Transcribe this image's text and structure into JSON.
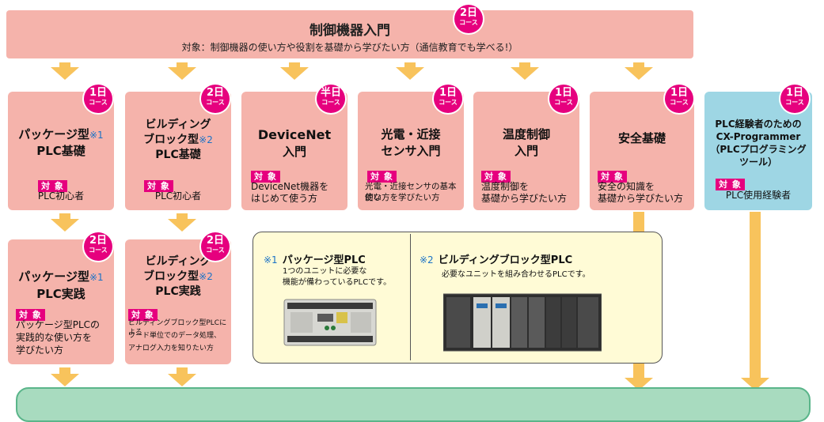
{
  "banner": {
    "title": "制御機器入門",
    "subtitle": "対象：制御機器の使い方や役割を基礎から学びたい方（通信教育でも学べる!）",
    "badge_day": "2日",
    "badge_course": "コース"
  },
  "target_label": "対 象",
  "row1": [
    {
      "title1": "パッケージ型",
      "note": "※1",
      "title2": "PLC基礎",
      "desc1": "PLC初心者",
      "desc2": "",
      "badge_day": "1日",
      "badge_course": "コース"
    },
    {
      "title1": "ビルディング",
      "title2": "ブロック型",
      "note": "※2",
      "title3": "PLC基礎",
      "desc1": "PLC初心者",
      "desc2": "",
      "badge_day": "2日",
      "badge_course": "コース"
    },
    {
      "title1": "DeviceNet",
      "title2": "入門",
      "desc1": "DeviceNet機器を",
      "desc2": "はじめて使う方",
      "badge_day": "半日",
      "badge_course": "コース"
    },
    {
      "title1": "光電・近接",
      "title2": "センサ入門",
      "desc1": "光電・近接センサの基本的な",
      "desc2": "使い方を学びたい方",
      "badge_day": "1日",
      "badge_course": "コース"
    },
    {
      "title1": "温度制御",
      "title2": "入門",
      "desc1": "温度制御を",
      "desc2": "基礎から学びたい方",
      "badge_day": "1日",
      "badge_course": "コース"
    },
    {
      "title1": "安全基礎",
      "desc1": "安全の知識を",
      "desc2": "基礎から学びたい方",
      "badge_day": "1日",
      "badge_course": "コース"
    },
    {
      "title1": "PLC経験者のための",
      "title2": "CX-Programmer",
      "title3": "（PLCプログラミング",
      "title4": "ツール）",
      "desc1": "PLC使用経験者",
      "badge_day": "1日",
      "badge_course": "コース"
    }
  ],
  "row2": [
    {
      "title1": "パッケージ型",
      "note": "※1",
      "title2": "PLC実践",
      "desc1": "パッケージ型PLCの",
      "desc2": "実践的な使い方を",
      "desc3": "学びたい方",
      "badge_day": "2日",
      "badge_course": "コース"
    },
    {
      "title1": "ビルディング",
      "title2": "ブロック型",
      "note": "※2",
      "title3": "PLC実践",
      "desc1": "ビルディングブロック型PLCによる",
      "desc2": "ワード単位でのデータ処理、",
      "desc3": "アナログ入力を知りたい方",
      "badge_day": "2日",
      "badge_course": "コース"
    }
  ],
  "notes": [
    {
      "mark": "※1",
      "title": "パッケージ型PLC",
      "desc1": "1つのユニットに必要な",
      "desc2": "機能が備わっているPLCです。"
    },
    {
      "mark": "※2",
      "title": "ビルディングブロック型PLC",
      "desc1": "必要なユニットを組み合わせるPLCです。"
    }
  ],
  "colors": {
    "box": "#f5b3ab",
    "box_blue": "#9ed6e4",
    "badge": "#e6007e",
    "arrow": "#f8c35c",
    "note_mark": "#1a72c6",
    "bottom_bar": "#a8dbbf"
  }
}
